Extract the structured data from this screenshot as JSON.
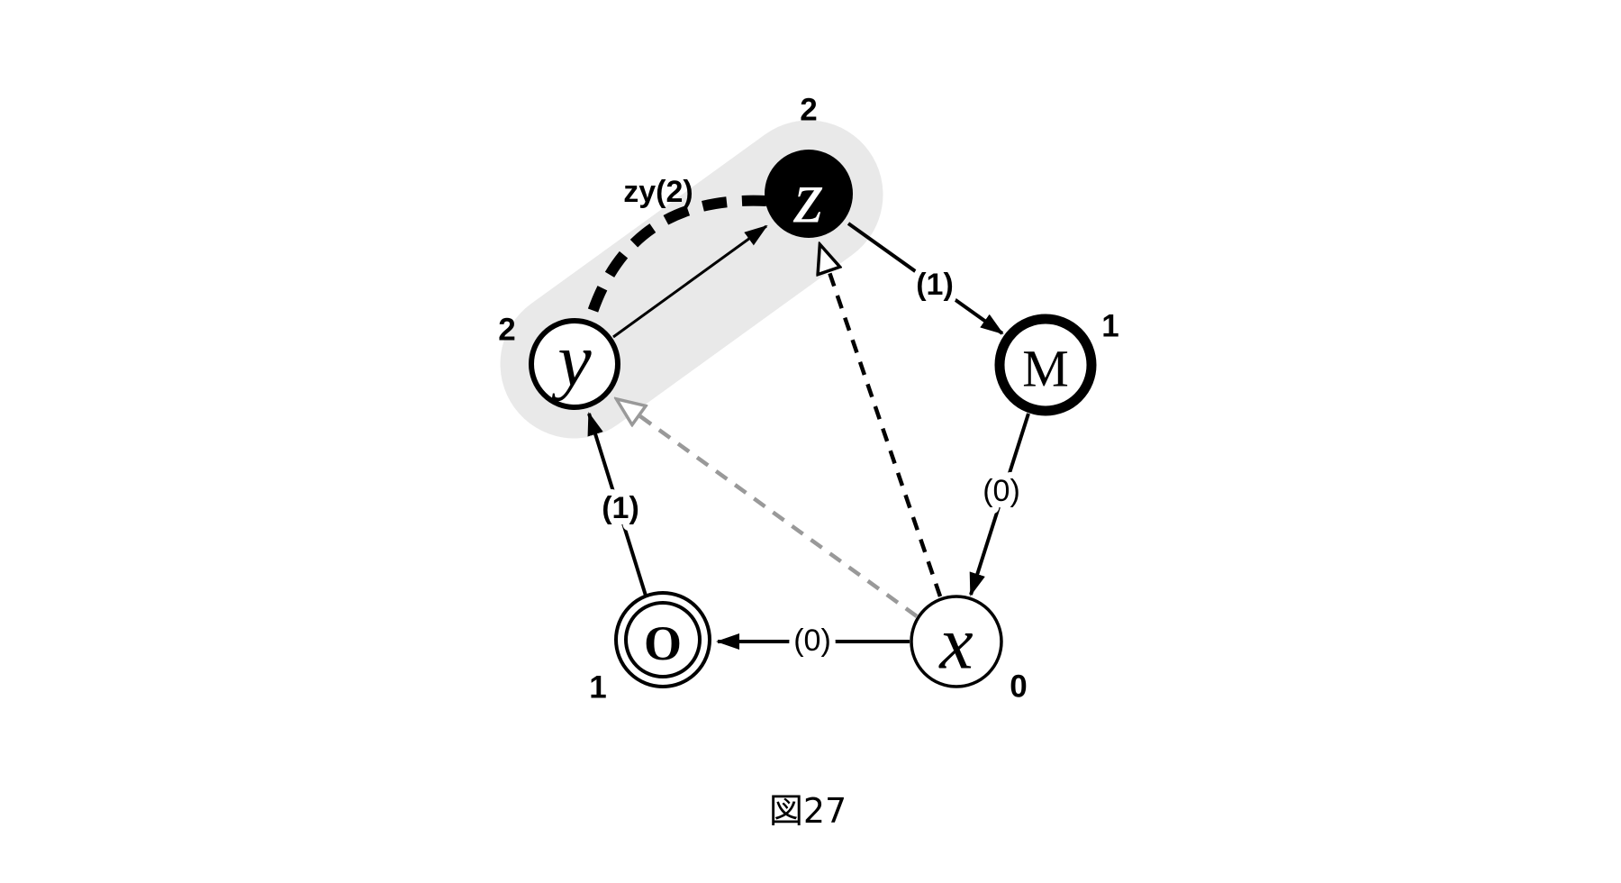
{
  "figure": {
    "caption": "図27",
    "highlight_color": "#e9e9e9",
    "gray_color": "#999999",
    "black_color": "#000000"
  },
  "nodes": [
    {
      "id": "z",
      "label": "z",
      "corner_label": "2",
      "style": "filled-black-circle"
    },
    {
      "id": "y",
      "label": "y",
      "corner_label": "2",
      "style": "medium-outline-circle"
    },
    {
      "id": "M",
      "label": "M",
      "corner_label": "1",
      "style": "thick-outline-circle"
    },
    {
      "id": "O",
      "label": "O",
      "corner_label": "1",
      "style": "double-circle"
    },
    {
      "id": "x",
      "label": "x",
      "corner_label": "0",
      "style": "thin-outline-circle"
    }
  ],
  "edges": [
    {
      "from": "y",
      "to": "z",
      "label": "",
      "type": "solid-arrow"
    },
    {
      "from": "z",
      "to": "y",
      "label": "zy(2)",
      "type": "thick-dashed-curve-highlighted"
    },
    {
      "from": "z",
      "to": "M",
      "label": "(1)",
      "type": "solid-arrow"
    },
    {
      "from": "M",
      "to": "x",
      "label": "(0)",
      "type": "solid-arrow"
    },
    {
      "from": "x",
      "to": "O",
      "label": "(0)",
      "type": "solid-arrow"
    },
    {
      "from": "O",
      "to": "y",
      "label": "(1)",
      "type": "solid-arrow"
    },
    {
      "from": "x",
      "to": "z",
      "label": "",
      "type": "black-dashed-hollow-arrow"
    },
    {
      "from": "x",
      "to": "y",
      "label": "",
      "type": "gray-dashed-hollow-arrow"
    }
  ]
}
